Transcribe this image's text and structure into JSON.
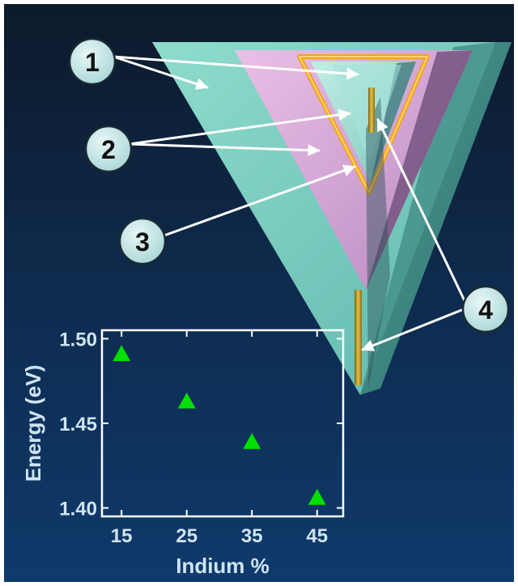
{
  "callouts": [
    {
      "label": "1"
    },
    {
      "label": "2"
    },
    {
      "label": "3"
    },
    {
      "label": "4"
    }
  ],
  "colors": {
    "bg_top": "#0d1a2b",
    "bg_bottom": "#0f3a6c",
    "outer_shell": "#79d1c3",
    "pink_shell": "#d9a2d6",
    "inner_shell": "#a9e3d9",
    "well_orange": "#f3a321",
    "wire_gold": "#c8a22e",
    "callout_fill": "#cfeaea",
    "marker_green": "#00e000"
  },
  "chart_data": {
    "type": "scatter",
    "xlabel": "Indium %",
    "ylabel": "Energy (eV)",
    "xlim": [
      12,
      49
    ],
    "ylim": [
      1.395,
      1.505
    ],
    "xticks": [
      "15",
      "25",
      "35",
      "45"
    ],
    "yticks": [
      "1.40",
      "1.45",
      "1.50"
    ],
    "marker": "triangle",
    "points": [
      {
        "x": 15,
        "y": 1.491
      },
      {
        "x": 25,
        "y": 1.463
      },
      {
        "x": 35,
        "y": 1.439
      },
      {
        "x": 45,
        "y": 1.406
      }
    ]
  }
}
